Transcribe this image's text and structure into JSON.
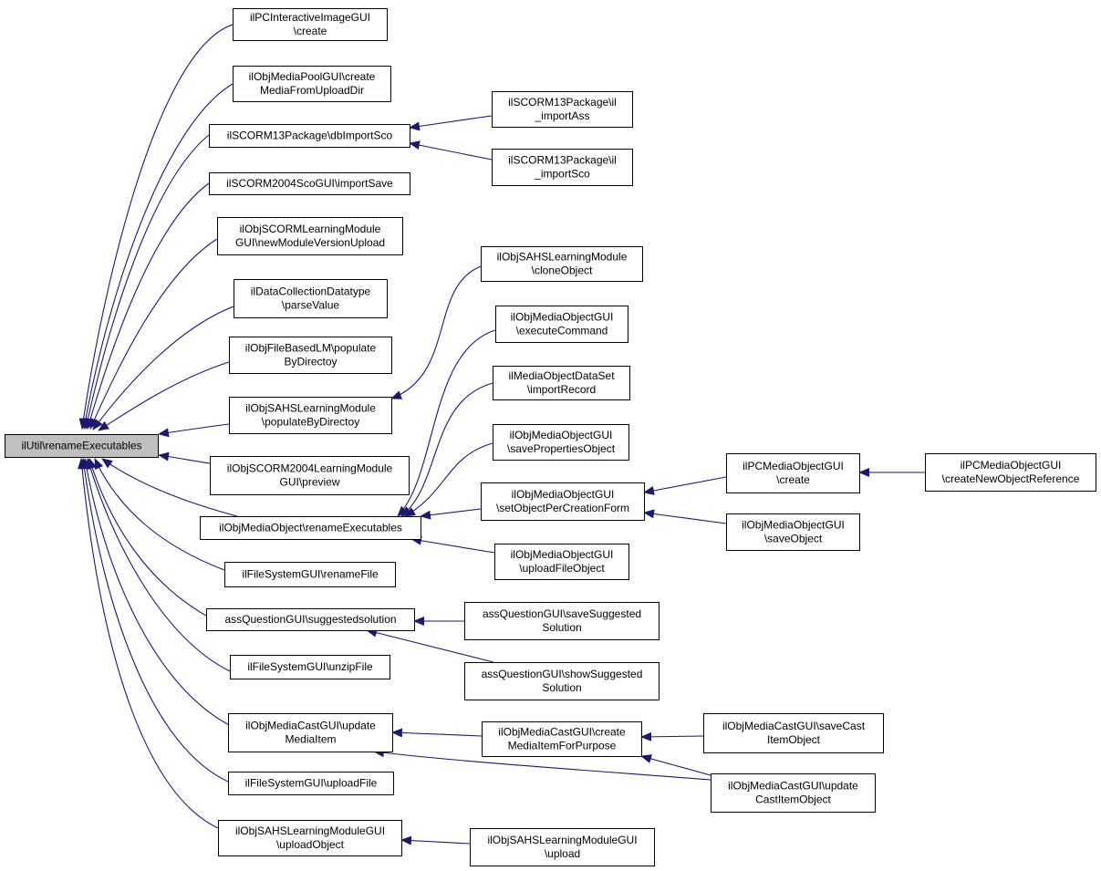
{
  "colors": {
    "edge": "#191970",
    "node_fill": "#ffffff",
    "focus_fill": "#bfbfbf",
    "border": "#000000"
  },
  "nodes": [
    {
      "id": "root",
      "lines": [
        "ilUtil\\renameExecutables"
      ],
      "focus": true
    },
    {
      "id": "pcInteractive",
      "lines": [
        "ilPCInteractiveImageGUI",
        "\\create"
      ]
    },
    {
      "id": "mediaPool",
      "lines": [
        "ilObjMediaPoolGUI\\create",
        "MediaFromUploadDir"
      ]
    },
    {
      "id": "scorm13db",
      "lines": [
        "ilSCORM13Package\\dbImportSco"
      ]
    },
    {
      "id": "scorm13ass",
      "lines": [
        "ilSCORM13Package\\il",
        "_importAss"
      ]
    },
    {
      "id": "scorm13sco",
      "lines": [
        "ilSCORM13Package\\il",
        "_importSco"
      ]
    },
    {
      "id": "scorm2004sco",
      "lines": [
        "ilSCORM2004ScoGUI\\importSave"
      ]
    },
    {
      "id": "scormLMGui",
      "lines": [
        "ilObjSCORMLearningModule",
        "GUI\\newModuleVersionUpload"
      ]
    },
    {
      "id": "dataColl",
      "lines": [
        "ilDataCollectionDatatype",
        "\\parseValue"
      ]
    },
    {
      "id": "fileBasedLM",
      "lines": [
        "ilObjFileBasedLM\\populate",
        "ByDirectoy"
      ]
    },
    {
      "id": "sahsPopulate",
      "lines": [
        "ilObjSAHSLearningModule",
        "\\populateByDirectoy"
      ]
    },
    {
      "id": "sahsClone",
      "lines": [
        "ilObjSAHSLearningModule",
        "\\cloneObject"
      ]
    },
    {
      "id": "scorm2004preview",
      "lines": [
        "ilObjSCORM2004LearningModule",
        "GUI\\preview"
      ]
    },
    {
      "id": "mediaObjRename",
      "lines": [
        "ilObjMediaObject\\renameExecutables"
      ]
    },
    {
      "id": "moExec",
      "lines": [
        "ilObjMediaObjectGUI",
        "\\executeCommand"
      ]
    },
    {
      "id": "moDataSet",
      "lines": [
        "ilMediaObjectDataSet",
        "\\importRecord"
      ]
    },
    {
      "id": "moSaveProps",
      "lines": [
        "ilObjMediaObjectGUI",
        "\\savePropertiesObject"
      ]
    },
    {
      "id": "moSetPer",
      "lines": [
        "ilObjMediaObjectGUI",
        "\\setObjectPerCreationForm"
      ]
    },
    {
      "id": "pcMediaCreate",
      "lines": [
        "ilPCMediaObjectGUI",
        "\\create"
      ]
    },
    {
      "id": "pcMediaNewRef",
      "lines": [
        "ilPCMediaObjectGUI",
        "\\createNewObjectReference"
      ]
    },
    {
      "id": "moSaveObj",
      "lines": [
        "ilObjMediaObjectGUI",
        "\\saveObject"
      ]
    },
    {
      "id": "moUpload",
      "lines": [
        "ilObjMediaObjectGUI",
        "\\uploadFileObject"
      ]
    },
    {
      "id": "fsRename",
      "lines": [
        "ilFileSystemGUI\\renameFile"
      ]
    },
    {
      "id": "assSugg",
      "lines": [
        "assQuestionGUI\\suggestedsolution"
      ]
    },
    {
      "id": "assSave",
      "lines": [
        "assQuestionGUI\\saveSuggested",
        "Solution"
      ]
    },
    {
      "id": "assShow",
      "lines": [
        "assQuestionGUI\\showSuggested",
        "Solution"
      ]
    },
    {
      "id": "fsUnzip",
      "lines": [
        "ilFileSystemGUI\\unzipFile"
      ]
    },
    {
      "id": "mcUpdateMedia",
      "lines": [
        "ilObjMediaCastGUI\\update",
        "MediaItem"
      ]
    },
    {
      "id": "mcCreateMedia",
      "lines": [
        "ilObjMediaCastGUI\\create",
        "MediaItemForPurpose"
      ]
    },
    {
      "id": "mcSaveCast",
      "lines": [
        "ilObjMediaCastGUI\\saveCast",
        "ItemObject"
      ]
    },
    {
      "id": "mcUpdateCast",
      "lines": [
        "ilObjMediaCastGUI\\update",
        "CastItemObject"
      ]
    },
    {
      "id": "fsUpload",
      "lines": [
        "ilFileSystemGUI\\uploadFile"
      ]
    },
    {
      "id": "sahsUploadObj",
      "lines": [
        "ilObjSAHSLearningModuleGUI",
        "\\uploadObject"
      ]
    },
    {
      "id": "sahsUpload",
      "lines": [
        "ilObjSAHSLearningModuleGUI",
        "\\upload"
      ]
    }
  ],
  "edges": [
    {
      "from": "pcInteractive",
      "to": "root"
    },
    {
      "from": "mediaPool",
      "to": "root"
    },
    {
      "from": "scorm13db",
      "to": "root"
    },
    {
      "from": "scorm2004sco",
      "to": "root"
    },
    {
      "from": "scormLMGui",
      "to": "root"
    },
    {
      "from": "dataColl",
      "to": "root"
    },
    {
      "from": "fileBasedLM",
      "to": "root"
    },
    {
      "from": "sahsPopulate",
      "to": "root"
    },
    {
      "from": "scorm2004preview",
      "to": "root"
    },
    {
      "from": "mediaObjRename",
      "to": "root"
    },
    {
      "from": "fsRename",
      "to": "root"
    },
    {
      "from": "assSugg",
      "to": "root"
    },
    {
      "from": "fsUnzip",
      "to": "root"
    },
    {
      "from": "mcUpdateMedia",
      "to": "root"
    },
    {
      "from": "fsUpload",
      "to": "root"
    },
    {
      "from": "sahsUploadObj",
      "to": "root"
    },
    {
      "from": "scorm13ass",
      "to": "scorm13db"
    },
    {
      "from": "scorm13sco",
      "to": "scorm13db"
    },
    {
      "from": "sahsClone",
      "to": "sahsPopulate"
    },
    {
      "from": "moExec",
      "to": "mediaObjRename"
    },
    {
      "from": "moDataSet",
      "to": "mediaObjRename"
    },
    {
      "from": "moSaveProps",
      "to": "mediaObjRename"
    },
    {
      "from": "moSetPer",
      "to": "mediaObjRename"
    },
    {
      "from": "moUpload",
      "to": "mediaObjRename"
    },
    {
      "from": "pcMediaCreate",
      "to": "moSetPer"
    },
    {
      "from": "moSaveObj",
      "to": "moSetPer"
    },
    {
      "from": "pcMediaNewRef",
      "to": "pcMediaCreate"
    },
    {
      "from": "assSave",
      "to": "assSugg"
    },
    {
      "from": "assShow",
      "to": "assSugg"
    },
    {
      "from": "mcCreateMedia",
      "to": "mcUpdateMedia"
    },
    {
      "from": "mcUpdateCast",
      "to": "mcUpdateMedia"
    },
    {
      "from": "mcSaveCast",
      "to": "mcCreateMedia"
    },
    {
      "from": "mcUpdateCast",
      "to": "mcCreateMedia"
    },
    {
      "from": "sahsUpload",
      "to": "sahsUploadObj"
    }
  ]
}
